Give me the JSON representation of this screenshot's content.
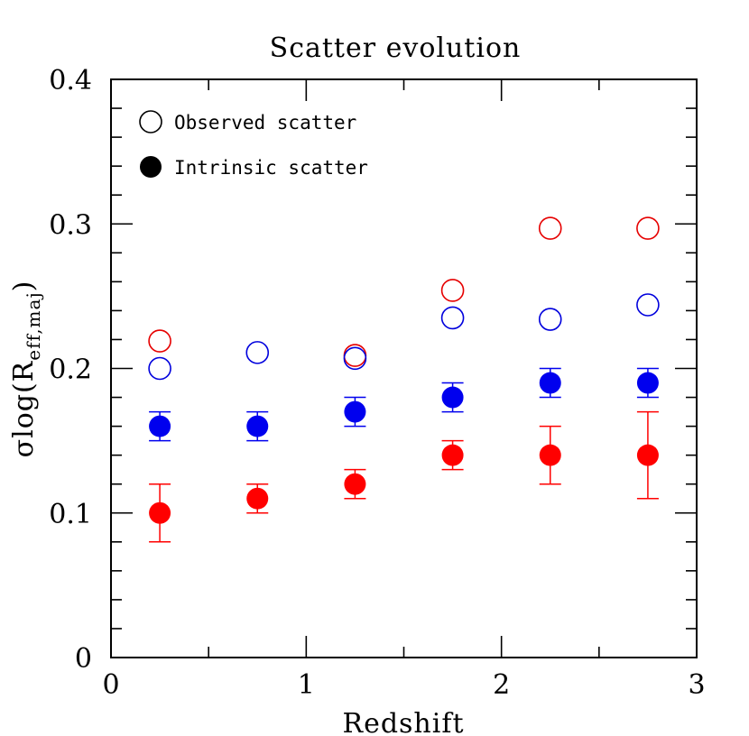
{
  "chart_data": {
    "type": "scatter",
    "title": "Scatter evolution",
    "xlabel": "Redshift",
    "ylabel": {
      "prefix": "σlog(R",
      "subscript": "eff,maj",
      "suffix": ")"
    },
    "xlim": [
      0,
      3
    ],
    "ylim": [
      0,
      0.4
    ],
    "x_ticks": [
      0,
      1,
      2,
      3
    ],
    "x_tick_labels": [
      "0",
      "1",
      "2",
      "3"
    ],
    "y_ticks": [
      0,
      0.1,
      0.2,
      0.3,
      0.4
    ],
    "y_tick_labels": [
      "0",
      "0.1",
      "0.2",
      "0.3",
      "0.4"
    ],
    "x_minor_step": 0.5,
    "y_minor_step": 0.02,
    "grid": false,
    "legend": {
      "placement": "top-left",
      "entries": [
        {
          "label": "Observed scatter",
          "marker": "open-circle",
          "color": "#000000"
        },
        {
          "label": "Intrinsic scatter",
          "marker": "filled-circle",
          "color": "#000000"
        }
      ]
    },
    "series": [
      {
        "marker": "open-circle",
        "color": "#e60000",
        "points": [
          {
            "x": 0.25,
            "y": 0.219
          },
          {
            "x": 1.25,
            "y": 0.209
          },
          {
            "x": 1.75,
            "y": 0.254
          },
          {
            "x": 2.25,
            "y": 0.297
          },
          {
            "x": 2.75,
            "y": 0.297
          }
        ]
      },
      {
        "marker": "open-circle",
        "color": "#0000dd",
        "points": [
          {
            "x": 0.25,
            "y": 0.2
          },
          {
            "x": 0.75,
            "y": 0.211
          },
          {
            "x": 1.25,
            "y": 0.207
          },
          {
            "x": 1.75,
            "y": 0.235
          },
          {
            "x": 2.25,
            "y": 0.234
          },
          {
            "x": 2.75,
            "y": 0.244
          }
        ]
      },
      {
        "marker": "filled-circle",
        "color": "#0000ee",
        "points": [
          {
            "x": 0.25,
            "y": 0.16,
            "err_lo": 0.01,
            "err_hi": 0.01
          },
          {
            "x": 0.75,
            "y": 0.16,
            "err_lo": 0.01,
            "err_hi": 0.01
          },
          {
            "x": 1.25,
            "y": 0.17,
            "err_lo": 0.01,
            "err_hi": 0.01
          },
          {
            "x": 1.75,
            "y": 0.18,
            "err_lo": 0.01,
            "err_hi": 0.01
          },
          {
            "x": 2.25,
            "y": 0.19,
            "err_lo": 0.01,
            "err_hi": 0.01
          },
          {
            "x": 2.75,
            "y": 0.19,
            "err_lo": 0.01,
            "err_hi": 0.01
          }
        ]
      },
      {
        "marker": "filled-circle",
        "color": "#ff0000",
        "points": [
          {
            "x": 0.25,
            "y": 0.1,
            "err_lo": 0.02,
            "err_hi": 0.02
          },
          {
            "x": 0.75,
            "y": 0.11,
            "err_lo": 0.01,
            "err_hi": 0.01
          },
          {
            "x": 1.25,
            "y": 0.12,
            "err_lo": 0.01,
            "err_hi": 0.01
          },
          {
            "x": 1.75,
            "y": 0.14,
            "err_lo": 0.01,
            "err_hi": 0.01
          },
          {
            "x": 2.25,
            "y": 0.14,
            "err_lo": 0.02,
            "err_hi": 0.02
          },
          {
            "x": 2.75,
            "y": 0.14,
            "err_lo": 0.03,
            "err_hi": 0.03
          }
        ]
      }
    ]
  }
}
